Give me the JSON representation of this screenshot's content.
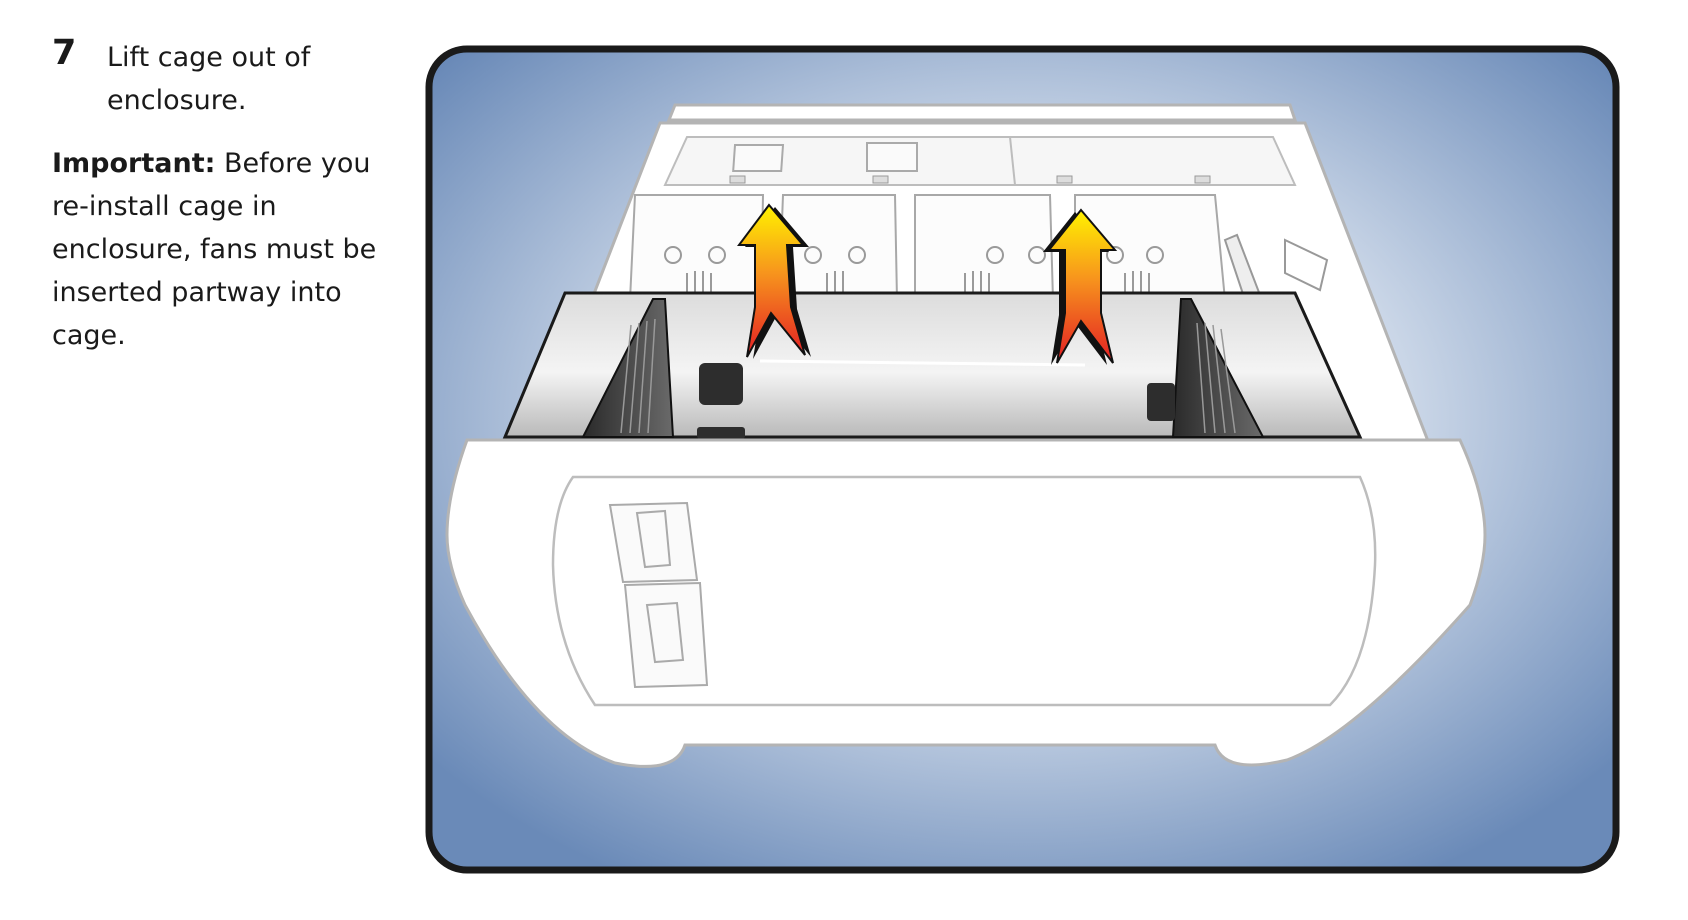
{
  "step": {
    "number": "7",
    "instruction": "Lift cage out of enclosure."
  },
  "note": {
    "label": "Important:",
    "text": " Before you re-install cage in enclosure, fans must be inserted partway into cage."
  },
  "colors": {
    "background_edge": "#6a8ab8",
    "background_center": "#ffffff",
    "frame_border": "#1a1a1a",
    "arrow_tip": "#fff200",
    "arrow_base": "#e31e24",
    "enclosure_outline": "#b4b4b4"
  },
  "figure": {
    "arrow_icon": "up-arrow-icon"
  }
}
